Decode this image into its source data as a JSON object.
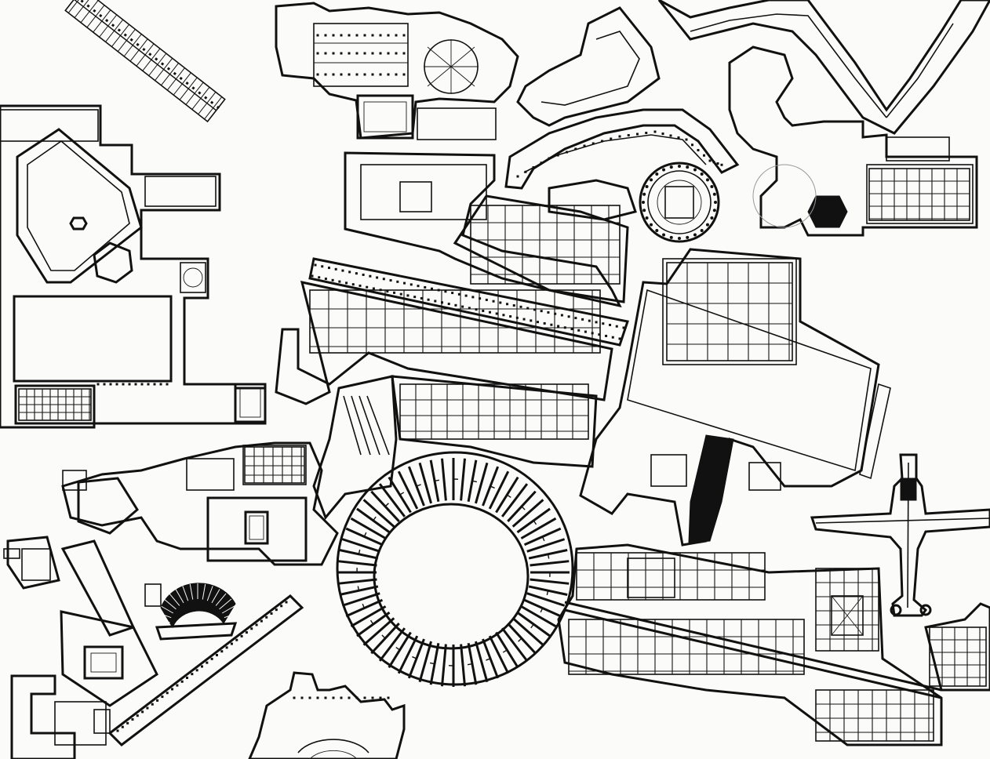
{
  "drawing": {
    "style": "black ink architectural plan collage",
    "colors": {
      "ink": "#111111",
      "paper": "#fbfbfa"
    },
    "shown_fragments": [
      "diagonal-terrace-block",
      "cathedral-complex",
      "crescent-terrace",
      "zigzag-terrace",
      "cross-plan-palace",
      "octagon-courtyard-complex",
      "garden-building",
      "urban-block-north",
      "rotunda",
      "colonnaded-street",
      "square-courtyard-palace",
      "forum-polygon",
      "sanctuary-complex",
      "theatre",
      "stoa-street",
      "oval-amphitheatre",
      "dense-block-east",
      "cruciform-building",
      "bastion-fort",
      "courtyard-house",
      "corner-block-east"
    ]
  }
}
